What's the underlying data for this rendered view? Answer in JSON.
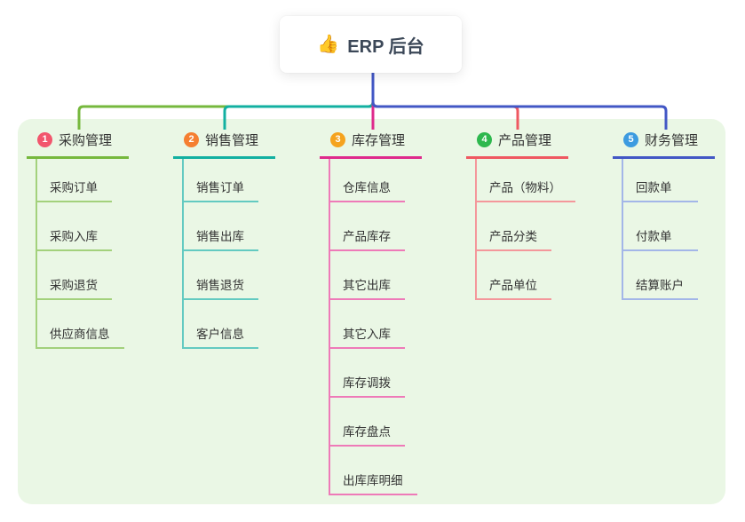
{
  "root": {
    "icon": "👍",
    "title": "ERP 后台"
  },
  "theme": {
    "canvas_bg": "#ffffff",
    "panel_bg": "#eaf7e5",
    "root_text_color": "#3c4858"
  },
  "branches": [
    {
      "badge": "1",
      "label": "采购管理",
      "badge_color": "#f2566d",
      "line_color": "#76b83d",
      "child_line_color": "#a3d17c",
      "children": [
        "采购订单",
        "采购入库",
        "采购退货",
        "供应商信息"
      ]
    },
    {
      "badge": "2",
      "label": "销售管理",
      "badge_color": "#f57f31",
      "line_color": "#12b0a1",
      "child_line_color": "#63cac1",
      "children": [
        "销售订单",
        "销售出库",
        "销售退货",
        "客户信息"
      ]
    },
    {
      "badge": "3",
      "label": "库存管理",
      "badge_color": "#f5a31e",
      "line_color": "#df2a8c",
      "child_line_color": "#ee7ab8",
      "children": [
        "仓库信息",
        "产品库存",
        "其它出库",
        "其它入库",
        "库存调拨",
        "库存盘点",
        "出库库明细"
      ]
    },
    {
      "badge": "4",
      "label": "产品管理",
      "badge_color": "#2eb84e",
      "line_color": "#ef5861",
      "child_line_color": "#f4979b",
      "children": [
        "产品（物料）",
        "产品分类",
        "产品单位"
      ]
    },
    {
      "badge": "5",
      "label": "财务管理",
      "badge_color": "#3d9be0",
      "line_color": "#4257c5",
      "child_line_color": "#a3b6e8",
      "children": [
        "回款单",
        "付款单",
        "结算账户"
      ]
    }
  ]
}
